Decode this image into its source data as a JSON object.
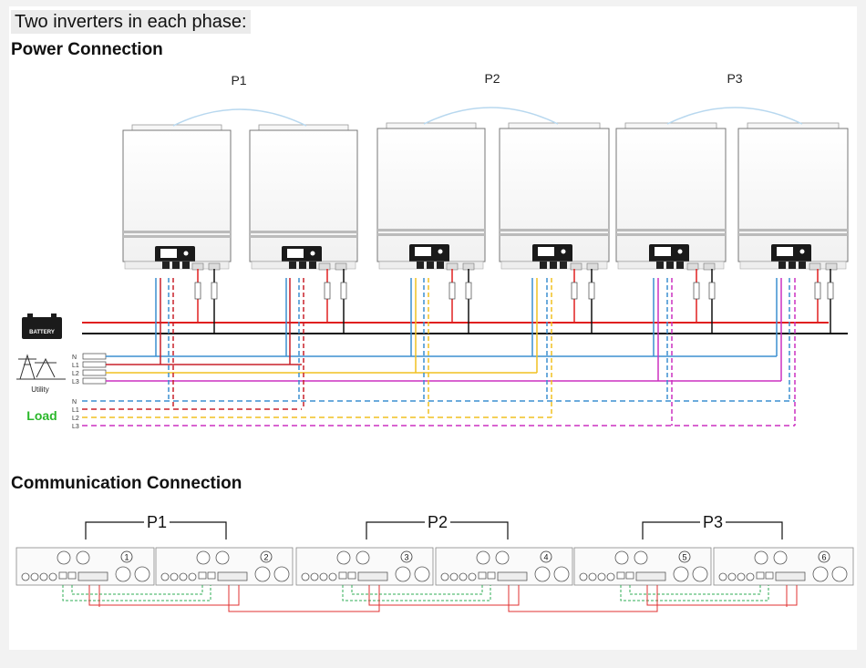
{
  "header": {
    "title": "Two inverters in each phase:"
  },
  "power_section": {
    "title": "Power Connection",
    "groups": [
      "P1",
      "P2",
      "P3"
    ],
    "battery_label": "BATTERY",
    "utility_label": "Utility",
    "load_label": "Load",
    "utility_lines": [
      "N",
      "L1",
      "L2",
      "L3"
    ],
    "load_lines": [
      "N",
      "L1",
      "L2",
      "L3"
    ]
  },
  "communication_section": {
    "title": "Communication Connection",
    "groups": [
      "P1",
      "P2",
      "P3"
    ],
    "unit_numbers": [
      "1",
      "2",
      "3",
      "4",
      "5",
      "6"
    ]
  },
  "colors": {
    "battery_positive": "#e02020",
    "battery_negative": "#111111",
    "neutral": "#3b8fd0",
    "L1": "#c8202a",
    "L2": "#f0c020",
    "L3": "#cc30c0",
    "load_text": "#2bb82b",
    "comm_current_share": "#2fae55",
    "comm_parallel": "#e03030"
  }
}
